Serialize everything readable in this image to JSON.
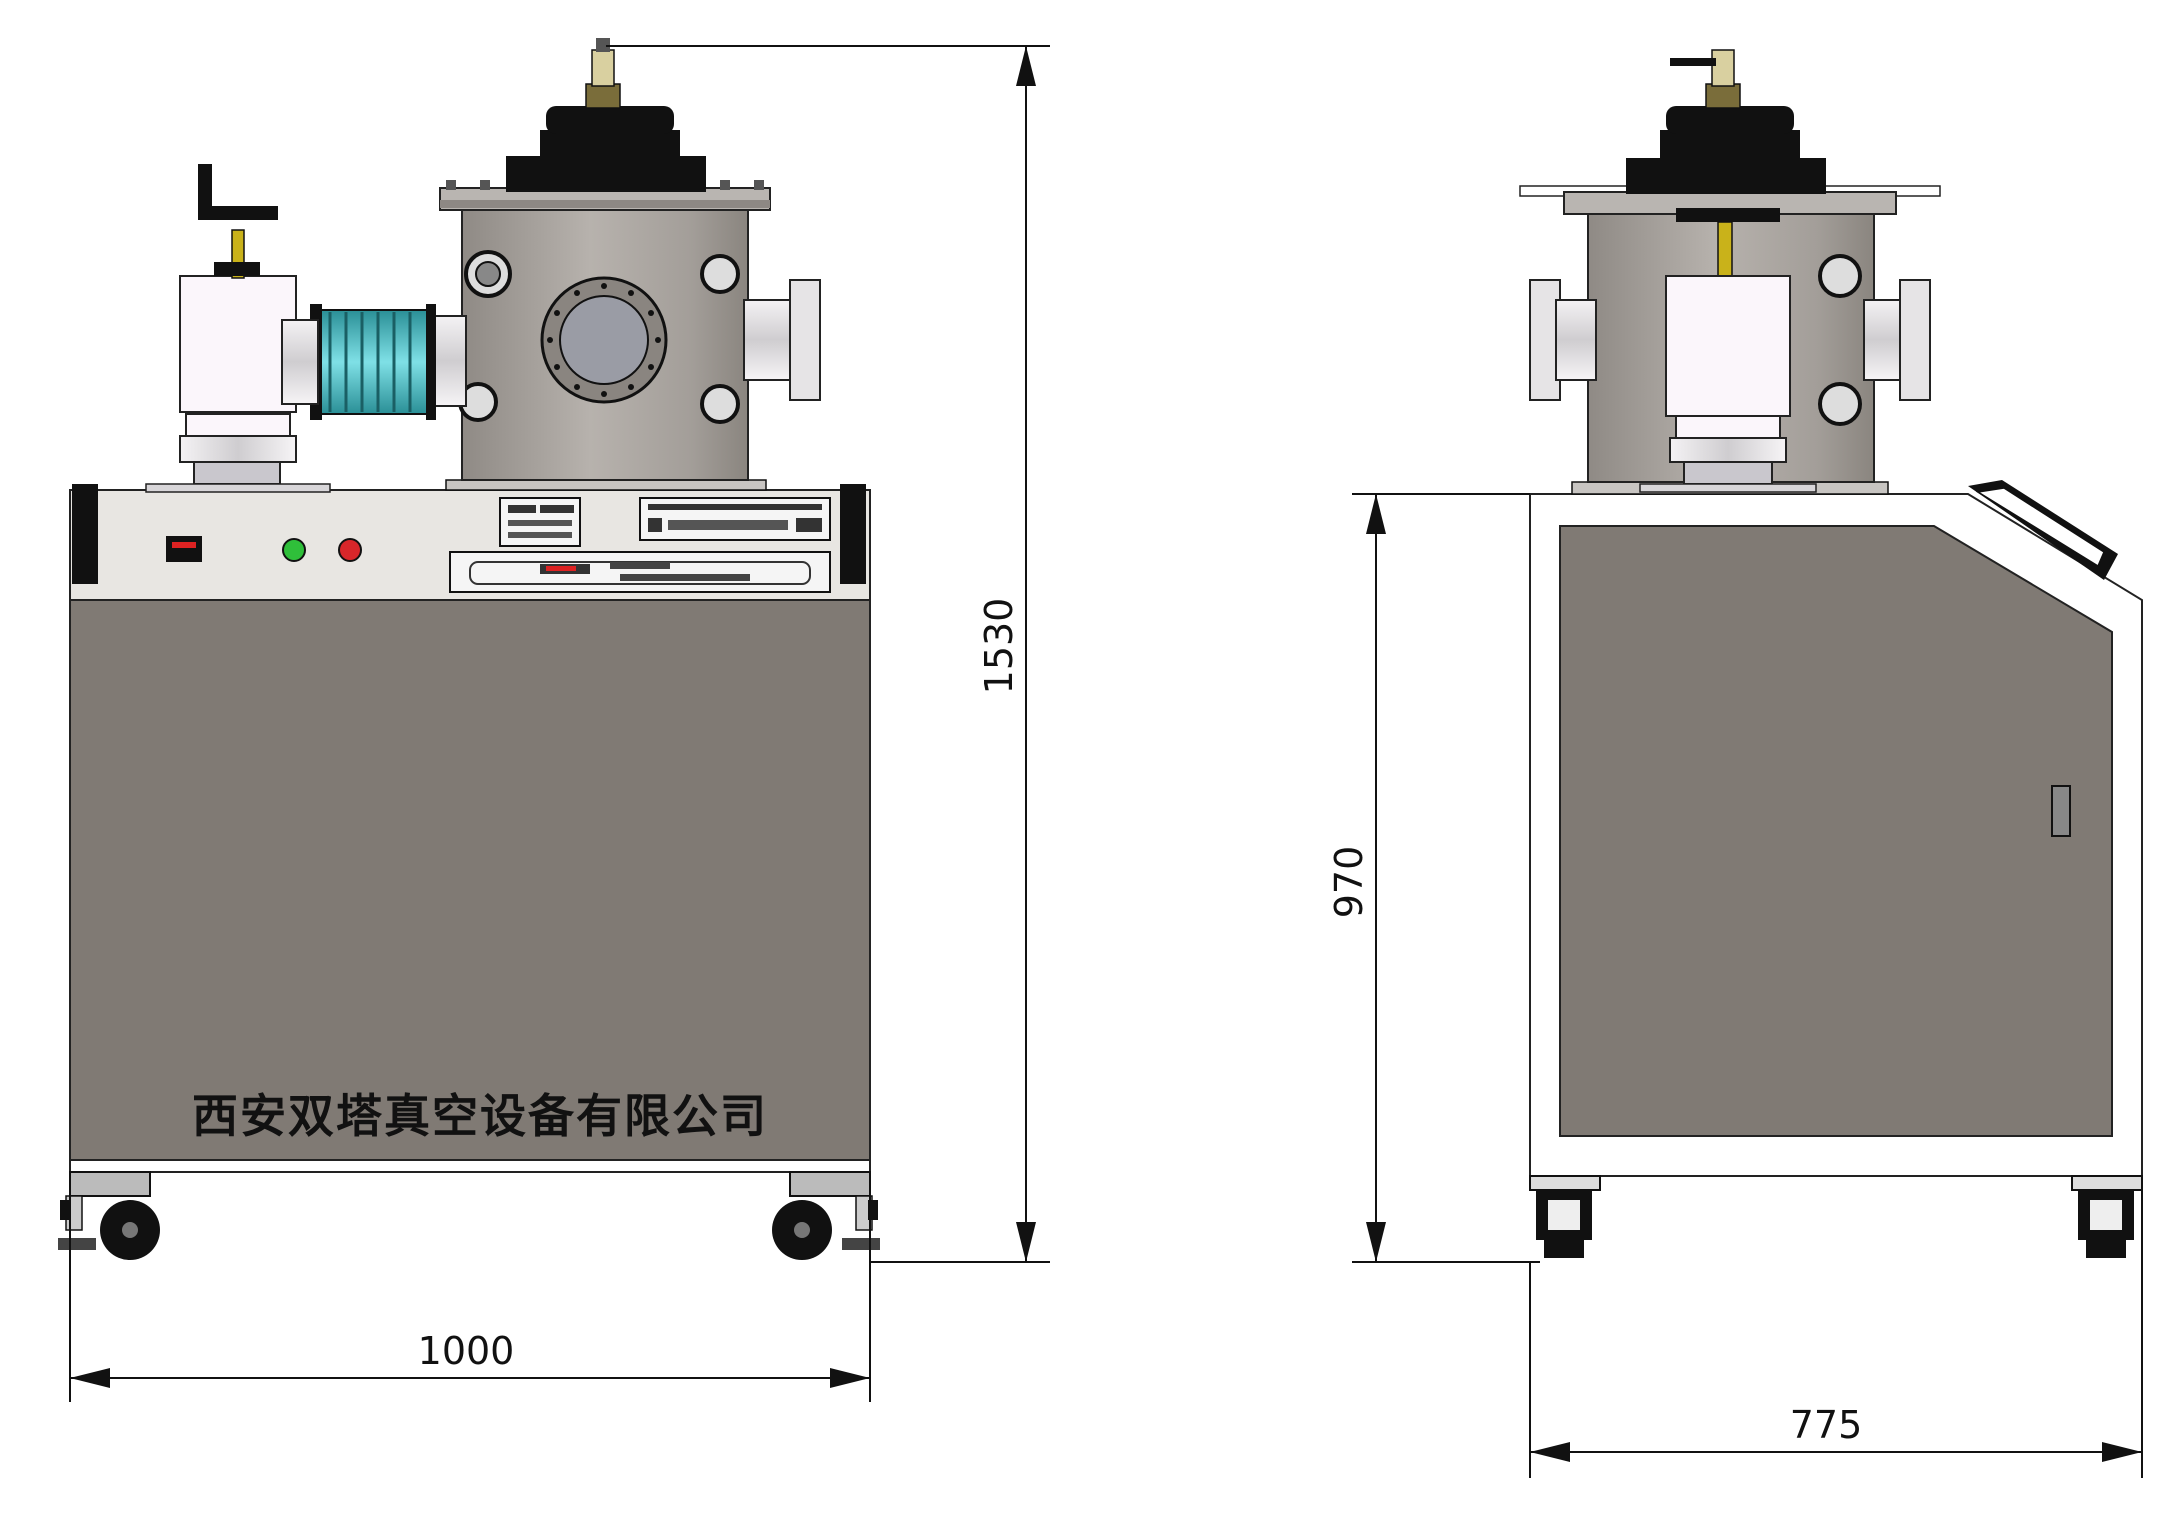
{
  "drawing": {
    "front_view": {
      "company_name": "西安双塔真空设备有限公司",
      "dim_width": "1000",
      "dim_height": "1530"
    },
    "side_view": {
      "dim_width": "775",
      "dim_height": "970"
    }
  },
  "colors": {
    "cabinet": "#807a74",
    "panel": "#e8e6e2",
    "chamber": "#a39f9a",
    "bellows": "#3ab8c0",
    "valve_body": "#fbf6fb",
    "handle": "#c9b21a",
    "black": "#111111"
  }
}
